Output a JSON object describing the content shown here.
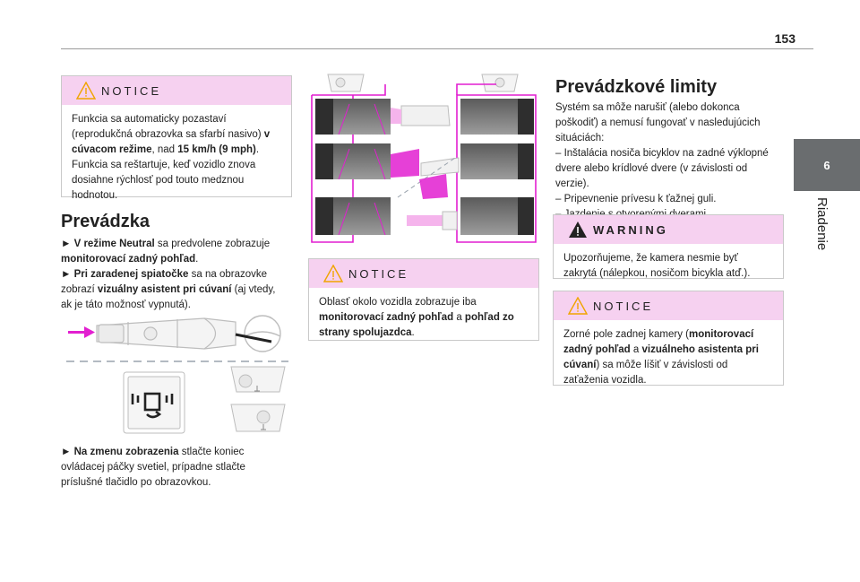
{
  "page_number": "153",
  "chapter": {
    "number": "6",
    "title": "Riadenie"
  },
  "notice1": {
    "label": "NOTICE",
    "lines": [
      [
        "Funkcia sa automaticky pozastaví"
      ],
      [
        "(reprodukčná obrazovka sa sfarbí nasivo) ",
        "v"
      ],
      [
        "cúvacom režime",
        ", nad ",
        "15 km/h (9 mph)",
        "."
      ],
      [
        "Funkcia sa reštartuje, keď vozidlo znova"
      ],
      [
        "dosiahne rýchlosť pod touto medznou"
      ],
      [
        "hodnotou."
      ]
    ]
  },
  "prevadzka": {
    "title": "Prevádzka",
    "p1": [
      "► V režime Neutral",
      " sa predvolene zobrazuje",
      "monitorovací zadný pohľad",
      "."
    ],
    "p2": [
      "► Pri zaradenej spiatočke",
      " sa na obrazovke",
      "zobrazí ",
      "vizuálny asistent pri cúvaní",
      " (aj vtedy,",
      "ak je táto možnosť vypnutá)."
    ],
    "p3": [
      "► Na zmenu zobrazenia",
      " stlačte koniec",
      "ovládacej páčky svetiel, prípadne stlačte",
      "príslušné tlačidlo po obrazovkou."
    ]
  },
  "notice2": {
    "label": "NOTICE",
    "lines": [
      [
        "Oblasť okolo vozidla zobrazuje iba"
      ],
      [
        "monitorovací zadný pohľad",
        " a ",
        "pohľad zo"
      ],
      [
        "strany spolujazdca",
        "."
      ]
    ]
  },
  "limity": {
    "title": "Prevádzkové limity",
    "lines": [
      "Systém sa môže narušiť (alebo dokonca",
      "poškodiť) a nemusí fungovať v nasledujúcich",
      "situáciách:",
      "– Inštalácia nosiča bicyklov na zadné výklopné",
      "dvere alebo krídlové dvere (v závislosti od",
      "verzie).",
      "– Pripevnenie prívesu k ťažnej guli.",
      "– Jazdenie s otvorenými dverami."
    ]
  },
  "warning": {
    "label": "WARNING",
    "lines": [
      "Upozorňujeme, že kamera nesmie byť",
      "zakrytá (nálepkou, nosičom bicykla atď.)."
    ]
  },
  "notice3": {
    "label": "NOTICE",
    "lines": [
      [
        "Zorné pole zadnej kamery (",
        "monitorovací"
      ],
      [
        "zadný pohľad",
        " a  ",
        "vizuálneho asistenta pri"
      ],
      [
        "cúvaní",
        ") sa môže líšiť v závislosti od"
      ],
      [
        "zaťaženia vozidla."
      ]
    ]
  },
  "colors": {
    "accent": "#e21fd0",
    "box_header": "#f6d1f0",
    "tab": "#6a6d6f"
  },
  "icons": [
    "warning-triangle-icon",
    "camera-view-switch-icon",
    "steering-wheel-icon",
    "light-stalk-illustration"
  ]
}
